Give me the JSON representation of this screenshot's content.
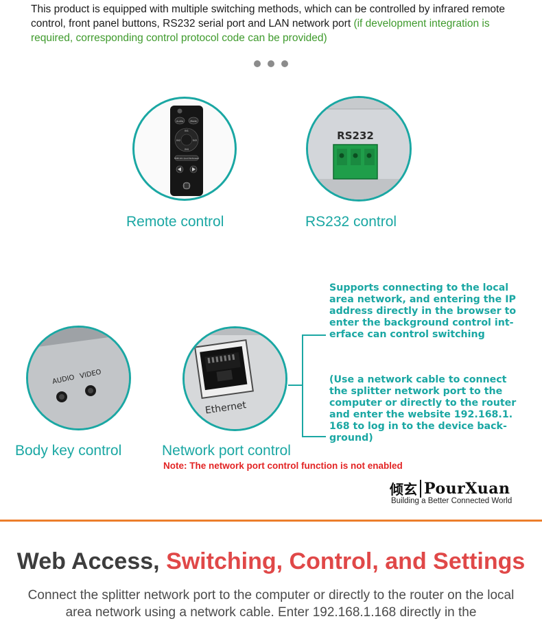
{
  "intro": {
    "main": "This product is equipped with multiple switching methods, which can be controlled by infrared remote control, front panel buttons, RS232 serial port and LAN network port",
    "note": "(if development integration is required, corresponding control protocol code can be provided)"
  },
  "methods": {
    "remote": {
      "caption": "Remote control",
      "remote_labels": {
        "audio": "Audio",
        "mode": "Mode",
        "in1": "IN1",
        "in2": "IN2",
        "in3": "IN3",
        "in4": "IN4",
        "hdmi": "HDMI 4X1 Quad Multiviewer"
      }
    },
    "rs232": {
      "caption": "RS232 control",
      "label": "RS232"
    },
    "body_key": {
      "caption": "Body key control",
      "label_audio": "AUDIO",
      "label_video": "VIDEO"
    },
    "network": {
      "caption": "Network port control",
      "port_label": "Ethernet",
      "note_1": [
        "Supports connecting to the local",
        "area network, and entering the IP",
        "address directly in the browser to",
        "enter the background control int-",
        "erface can control switching"
      ],
      "note_2": [
        "(Use a network cable to connect",
        "the splitter network port to the",
        "computer or directly to the router",
        "and enter the website 192.168.1.",
        "168 to log in to the device back-",
        "ground)"
      ],
      "disabled_note": "Note: The network port control function is not enabled"
    }
  },
  "brand": {
    "cn": "倾玄",
    "en": "PourXuan",
    "slogan": "Building a Better Connected World"
  },
  "section": {
    "title_a": "Web Access, ",
    "title_b": "Switching, Control, and Settings",
    "body": "Connect the splitter network port to the computer or directly to the router on the local area network using a network cable. Enter 192.168.1.168 directly in the"
  },
  "colors": {
    "teal": "#1aa7a3",
    "green": "#3e9a2c",
    "red": "#e22424",
    "orange": "#ec7d2a",
    "heading_red": "#e04848"
  }
}
